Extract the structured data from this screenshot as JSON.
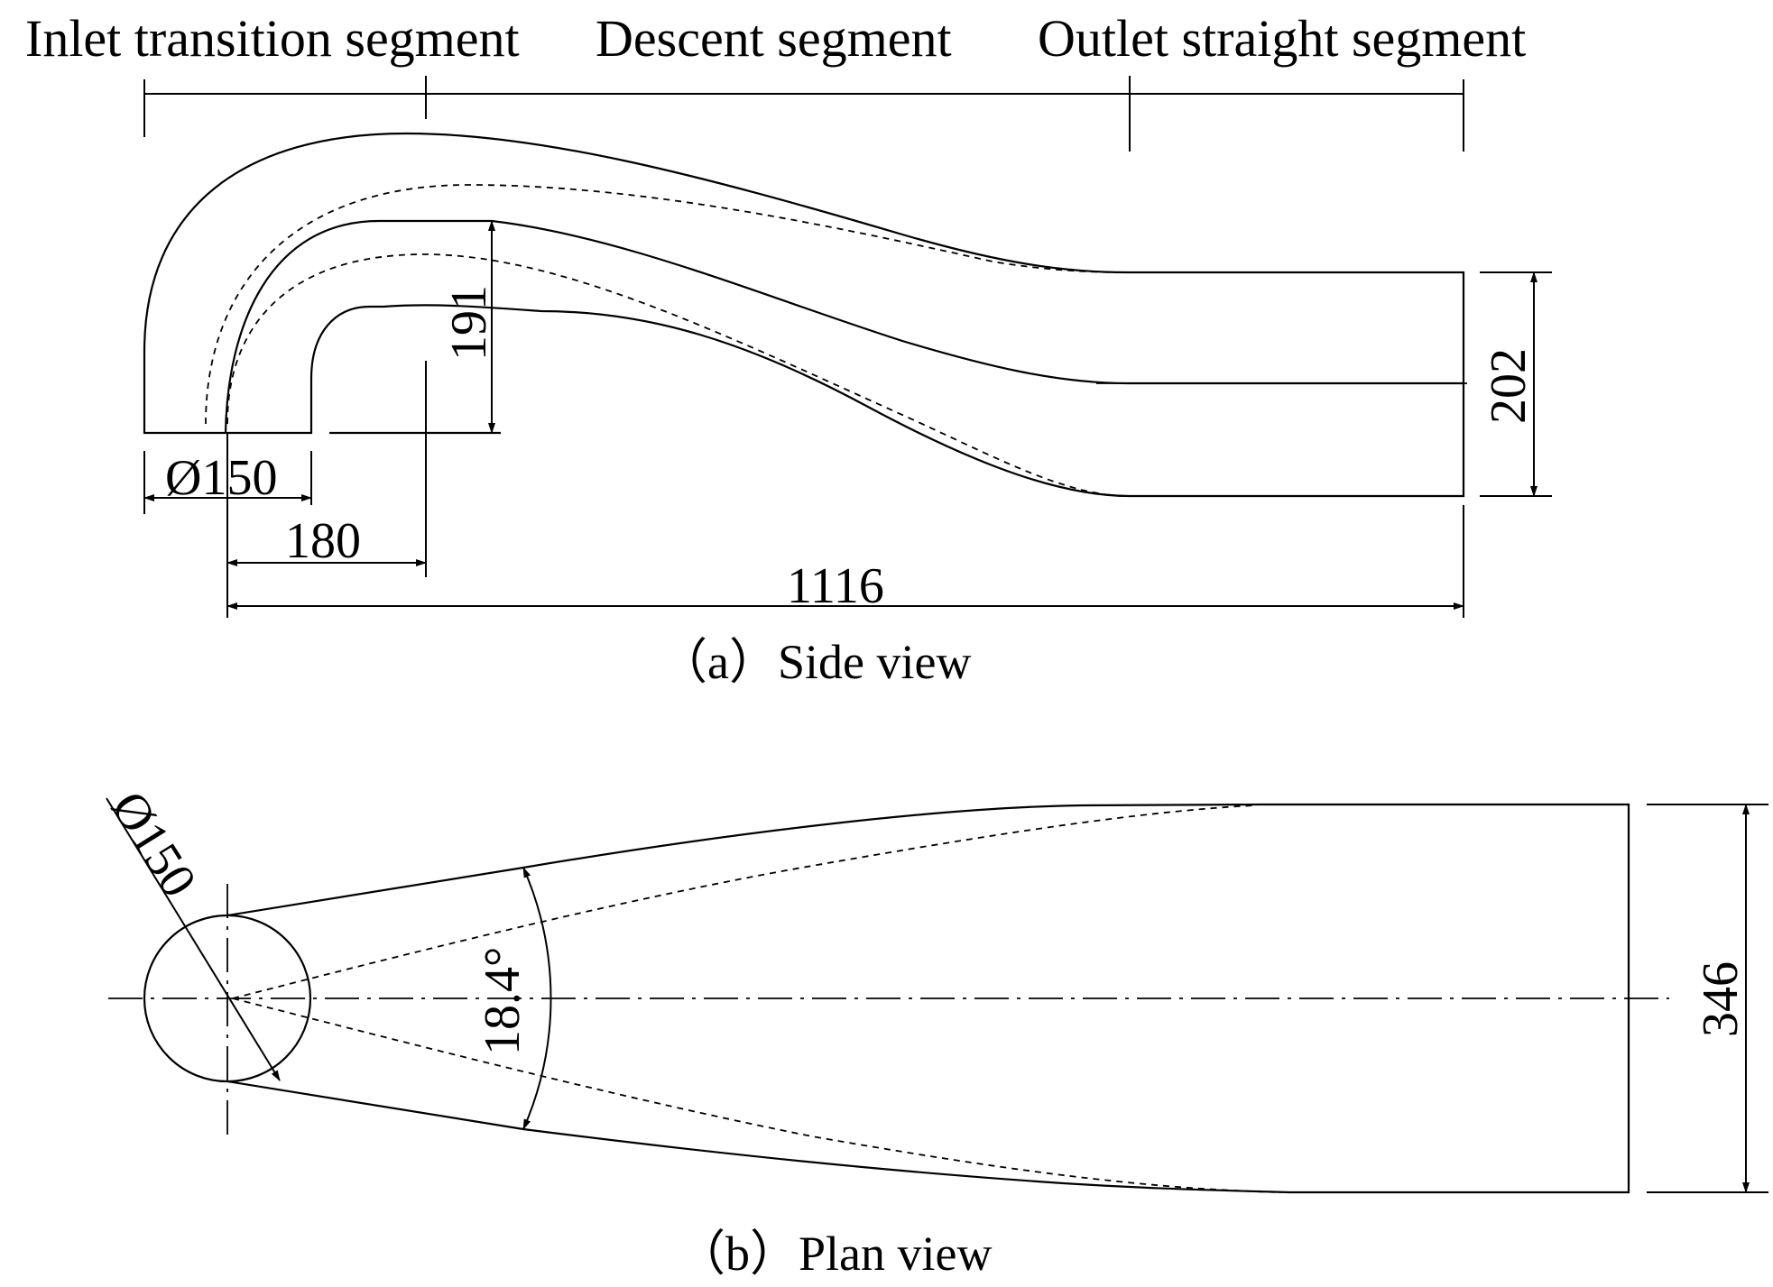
{
  "segments": {
    "inlet": "Inlet transition segment",
    "descent": "Descent segment",
    "outlet": "Outlet straight segment"
  },
  "side_view": {
    "caption": "（a）Side view",
    "dims": {
      "inlet_diameter": "Ø150",
      "offset": "180",
      "rise": "191",
      "outlet_height": "202",
      "length": "1116"
    }
  },
  "plan_view": {
    "caption": "（b）Plan view",
    "dims": {
      "inlet_diameter": "Ø150",
      "angle": "18.4°",
      "outlet_width": "346"
    }
  }
}
